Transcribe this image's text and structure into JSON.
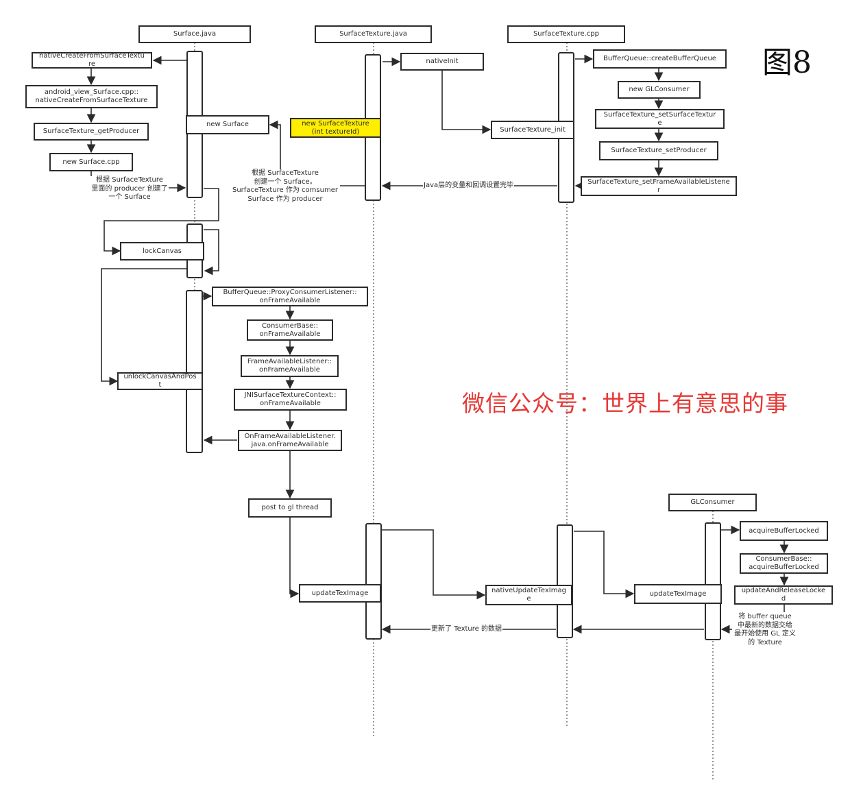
{
  "figure_number": "图8",
  "watermark": "微信公众号：世界上有意思的事",
  "lifelines": {
    "surface_java": "Surface.java",
    "surfacetexture_java": "SurfaceTexture.java",
    "surfacetexture_cpp": "SurfaceTexture.cpp",
    "glconsumer": "GLConsumer"
  },
  "boxes": {
    "native_create_from_st": "nativeCreateFromSurfaceTextu\nre",
    "android_view_surface_cpp": "android_view_Surface.cpp::\nnativeCreateFromSurfaceTexture",
    "st_get_producer": "SurfaceTexture_getProducer",
    "new_surface_cpp": "new Surface.cpp",
    "new_surface": "new Surface",
    "new_surfacetexture": "new SurfaceTexture\n(int textureId)",
    "native_init": "nativeInit",
    "surfacetexture_init": "SurfaceTexture_init",
    "bq_create_buffer_queue": "BufferQueue::createBufferQueue",
    "new_glconsumer": "new GLConsumer",
    "st_set_surface_texture": "SurfaceTexture_setSurfaceTextur\ne",
    "st_set_producer": "SurfaceTexture_setProducer",
    "st_set_frame_available_listener": "SurfaceTexture_setFrameAvailableListene\nr",
    "lock_canvas": "lockCanvas",
    "unlock_canvas_and_post": "unlockCanvasAndPos\nt",
    "bq_proxy_consumer_listener": "BufferQueue::ProxyConsumerListener::\nonFrameAvailable",
    "consumerbase_on_frame": "ConsumerBase::\nonFrameAvailable",
    "frame_available_listener": "FrameAvailableListener::\nonFrameAvailable",
    "jni_st_context": "JNISurfaceTextureContext::\nonFrameAvailable",
    "on_frame_available_listener": "OnFrameAvailableListener.\njava.onFrameAvailable",
    "post_to_gl_thread": "post to gl thread",
    "update_tex_image_java": "updateTexImage",
    "native_update_tex_image": "nativeUpdateTexImag\ne",
    "update_tex_image_glc": "updateTexImage",
    "acquire_buffer_locked": "acquireBufferLocked",
    "consumerbase_acquire": "ConsumerBase::\nacquireBufferLocked",
    "update_and_release_locked": "updateAndReleaseLocke\nd"
  },
  "notes": {
    "producer_note": "根据 SurfaceTexture\n里面的 producer 创建了\n一个 Surface",
    "consumer_note": "根据 SurfaceTexture\n创建一个 Surface。\nSurfaceTexture 作为 comsumer\nSurface 作为 producer",
    "java_layer_done": "Java层的变量和回调设置完毕",
    "texture_updated": "更新了 Texture 的数据",
    "buffer_queue_note": "将 buffer queue\n中最新的数据交给\n最开始使用 GL 定义\n的 Texture"
  },
  "colors": {
    "line": "#2b2b2b",
    "highlight": "#ffee00",
    "watermark": "#e53935"
  }
}
